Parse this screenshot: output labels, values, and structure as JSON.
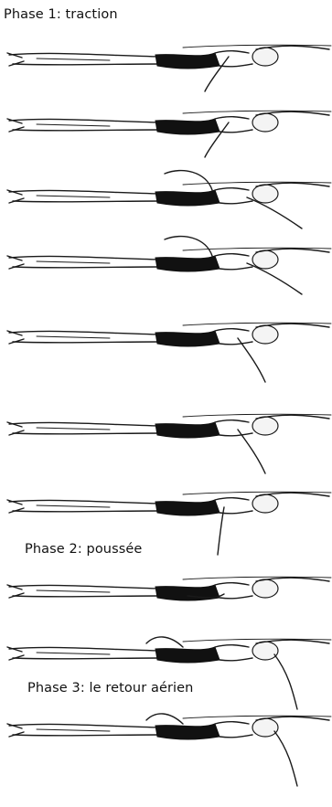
{
  "labels": {
    "phase1": "Phase 1: traction",
    "phase2": "Phase 2: poussée",
    "phase3": "Phase 3: le retour aérien"
  },
  "figures": [
    {
      "name": "swimmer-1",
      "arm": "pull-start"
    },
    {
      "name": "swimmer-2",
      "arm": "pull-start"
    },
    {
      "name": "swimmer-3",
      "arm": "high-elbow"
    },
    {
      "name": "swimmer-4",
      "arm": "high-elbow"
    },
    {
      "name": "swimmer-5",
      "arm": "pull-mid"
    },
    {
      "name": "swimmer-6",
      "arm": "pull-mid"
    },
    {
      "name": "swimmer-7",
      "arm": "push"
    },
    {
      "name": "swimmer-8",
      "arm": "push-end"
    },
    {
      "name": "swimmer-9",
      "arm": "recovery"
    },
    {
      "name": "swimmer-10",
      "arm": "recovery"
    }
  ]
}
